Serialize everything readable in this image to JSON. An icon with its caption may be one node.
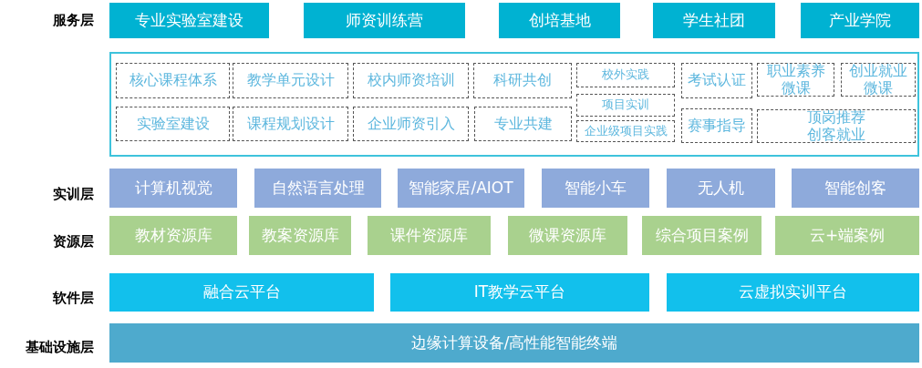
{
  "diagram": {
    "nodes": [
      {
        "text": [
          "专业实验室建设"
        ]
      },
      {
        "text": [
          "师资训练营"
        ]
      },
      {
        "text": [
          "创培基地"
        ]
      },
      {
        "text": [
          "学生社团"
        ]
      },
      {
        "text": [
          "产业学院"
        ]
      },
      {
        "text": [],
        "shape": "box"
      },
      {
        "text": [
          "核心课程体系"
        ],
        "in": 5
      },
      {
        "text": [
          "教学单元设计"
        ],
        "in": 5
      },
      {
        "text": [
          "校内师资培训"
        ],
        "in": 5
      },
      {
        "text": [
          "科研共创"
        ],
        "in": 5
      },
      {
        "text": [
          "校外实践"
        ],
        "in": 5
      },
      {
        "text": [
          "考试认证"
        ],
        "in": 5
      },
      {
        "text": [
          "职业素养微课"
        ],
        "in": 5
      },
      {
        "text": [
          "创业就业微课"
        ],
        "in": 5
      },
      {
        "text": [
          "项目实训"
        ],
        "in": 5
      },
      {
        "text": [
          "实验室建设"
        ],
        "in": 5
      },
      {
        "text": [
          "课程规划设计"
        ],
        "in": 5
      },
      {
        "text": [
          "企业师资引入"
        ],
        "in": 5
      },
      {
        "text": [
          "专业共建"
        ],
        "in": 5
      },
      {
        "text": [
          "企业级项目实践"
        ],
        "in": 5
      },
      {
        "text": [
          "赛事指导"
        ],
        "in": 5
      },
      {
        "text": [
          "顶岗推荐创客就业"
        ],
        "in": 5
      },
      {
        "text": [
          "计算机视觉"
        ]
      },
      {
        "text": [
          "自然语言处理"
        ]
      },
      {
        "text": [
          "智能家居/AIOT"
        ]
      },
      {
        "text": [
          "智能小车"
        ]
      },
      {
        "text": [
          "无人机"
        ]
      },
      {
        "text": [
          "智能创客"
        ]
      },
      {
        "text": [
          "教材资源库"
        ]
      },
      {
        "text": [
          "教案资源库"
        ]
      },
      {
        "text": [
          "课件资源库"
        ]
      },
      {
        "text": [
          "微课资源库"
        ]
      },
      {
        "text": [
          "综合项目案例"
        ]
      },
      {
        "text": [
          "云+端案例"
        ]
      },
      {
        "text": [
          "融合云平台"
        ]
      },
      {
        "text": [
          "IT教学云平台"
        ]
      },
      {
        "text": [
          "云虚拟实训平台"
        ]
      },
      {
        "text": [
          "边缘计算设备/高性能智能终端"
        ]
      }
    ],
    "labels": [
      "服务层",
      "实训层",
      "资源层",
      "软件层",
      "基础设施层"
    ]
  }
}
